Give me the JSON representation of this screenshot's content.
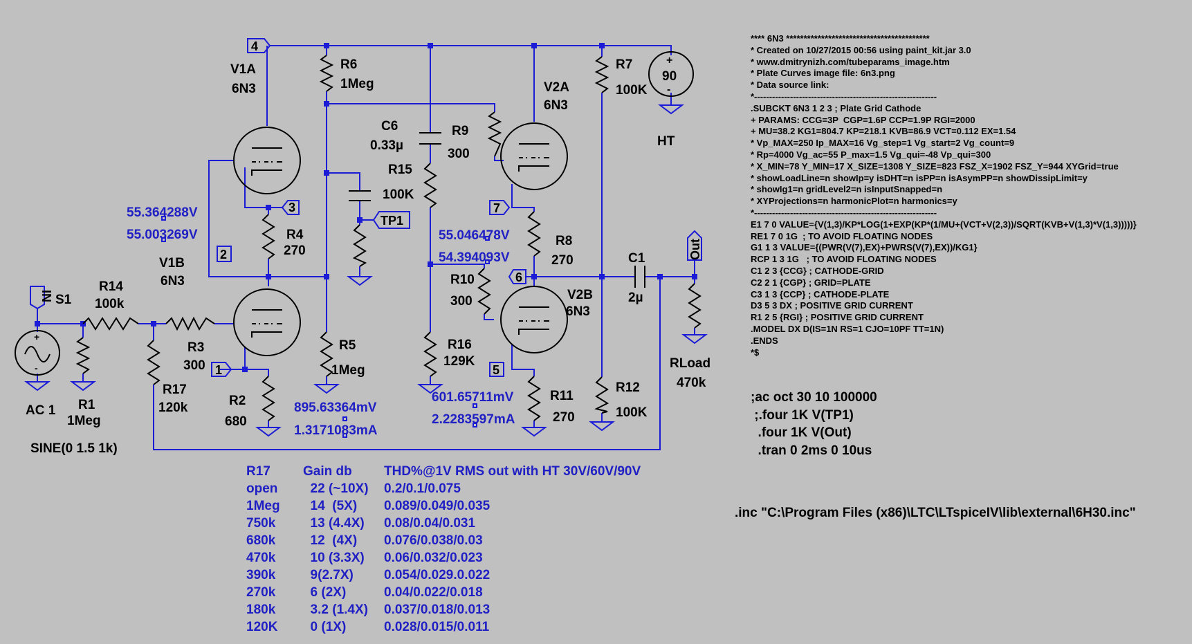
{
  "components": {
    "v1a": {
      "name": "V1A",
      "model": "6N3"
    },
    "v1b": {
      "name": "V1B",
      "model": "6N3"
    },
    "v2a": {
      "name": "V2A",
      "model": "6N3"
    },
    "v2b": {
      "name": "V2B",
      "model": "6N3"
    },
    "r6": {
      "name": "R6",
      "value": "1Meg"
    },
    "r7": {
      "name": "R7",
      "value": "100K"
    },
    "r9": {
      "name": "R9",
      "value": "300"
    },
    "r15": {
      "name": "R15",
      "value": "100K"
    },
    "r4": {
      "name": "R4",
      "value": "270"
    },
    "r8": {
      "name": "R8",
      "value": "270"
    },
    "r10": {
      "name": "R10",
      "value": "300"
    },
    "r14": {
      "name": "R14",
      "value": "100k"
    },
    "r3": {
      "name": "R3",
      "value": "300"
    },
    "r5": {
      "name": "R5",
      "value": "1Meg"
    },
    "r16": {
      "name": "R16",
      "value": "129K"
    },
    "r17": {
      "name": "R17",
      "value": "120k"
    },
    "r1": {
      "name": "R1",
      "value": "1Meg"
    },
    "r2": {
      "name": "R2",
      "value": "680"
    },
    "r11": {
      "name": "R11",
      "value": "270"
    },
    "r12": {
      "name": "R12",
      "value": "100K"
    },
    "rload": {
      "name": "RLoad",
      "value": "470k"
    },
    "c6": {
      "name": "C6",
      "value": "0.33µ"
    },
    "c1": {
      "name": "C1",
      "value": "2µ"
    },
    "ht": {
      "name": "HT",
      "value": "90"
    },
    "ac": {
      "name": "AC 1",
      "value": "SINE(0 1.5 1k)",
      "switch": "S1"
    }
  },
  "ports": {
    "n4": "4",
    "n3": "3",
    "n2": "2",
    "n1": "1",
    "n7": "7",
    "n6": "6",
    "n5": "5",
    "tp1": "TP1",
    "in": "IN",
    "out": "Out"
  },
  "probes": {
    "v1": "55.364288V",
    "v2": "55.003269V",
    "v3": "55.046478V",
    "v4": "54.394093V",
    "v5": "895.63364mV",
    "i1": "1.3171083mA",
    "v6": "601.65711mV",
    "i2": "2.2283597mA"
  },
  "spice_model": [
    "**** 6N3 *****************************************",
    "* Created on 10/27/2015 00:56 using paint_kit.jar 3.0",
    "* www.dmitrynizh.com/tubeparams_image.htm",
    "* Plate Curves image file: 6n3.png",
    "* Data source link:",
    "*-------------------------------------------------------------",
    ".SUBCKT 6N3 1 2 3 ; Plate Grid Cathode",
    "+ PARAMS: CCG=3P  CGP=1.6P CCP=1.9P RGI=2000",
    "+ MU=38.2 KG1=804.7 KP=218.1 KVB=86.9 VCT=0.112 EX=1.54",
    "* Vp_MAX=250 Ip_MAX=16 Vg_step=1 Vg_start=2 Vg_count=9",
    "* Rp=4000 Vg_ac=55 P_max=1.5 Vg_qui=-48 Vp_qui=300",
    "* X_MIN=78 Y_MIN=17 X_SIZE=1308 Y_SIZE=823 FSZ_X=1902 FSZ_Y=944 XYGrid=true",
    "* showLoadLine=n showIp=y isDHT=n isPP=n isAsymPP=n showDissipLimit=y",
    "* showIg1=n gridLevel2=n isInputSnapped=n",
    "* XYProjections=n harmonicPlot=n harmonics=y",
    "*-------------------------------------------------------------",
    "E1 7 0 VALUE={V(1,3)/KP*LOG(1+EXP(KP*(1/MU+(VCT+V(2,3))/SQRT(KVB+V(1,3)*V(1,3)))))}",
    "RE1 7 0 1G  ; TO AVOID FLOATING NODES",
    "G1 1 3 VALUE={(PWR(V(7),EX)+PWRS(V(7),EX))/KG1}",
    "RCP 1 3 1G   ; TO AVOID FLOATING NODES",
    "C1 2 3 {CCG} ; CATHODE-GRID",
    "C2 2 1 {CGP} ; GRID=PLATE",
    "C3 1 3 {CCP} ; CATHODE-PLATE",
    "D3 5 3 DX ; POSITIVE GRID CURRENT",
    "R1 2 5 {RGI} ; POSITIVE GRID CURRENT",
    ".MODEL DX D(IS=1N RS=1 CJO=10PF TT=1N)",
    ".ENDS",
    "*$"
  ],
  "directives": [
    ";ac oct 30 10 100000",
    " ;.four 1K V(TP1)",
    "  .four 1K V(Out)",
    "  .tran 0 2ms 0 10us"
  ],
  "include": ".inc \"C:\\Program Files (x86)\\LTC\\LTspiceIV\\lib\\external\\6H30.inc\"",
  "gain_table": {
    "headers": [
      "R17",
      "Gain db",
      "THD%@1V RMS out with HT 30V/60V/90V"
    ],
    "rows": [
      [
        "open",
        "  22 (~10X)",
        "0.2/0.1/0.075"
      ],
      [
        "1Meg",
        "  14  (5X)",
        "0.089/0.049/0.035"
      ],
      [
        "750k",
        "  13 (4.4X)",
        "0.08/0.04/0.031"
      ],
      [
        "680k",
        "  12  (4X)",
        "0.076/0.038/0.03"
      ],
      [
        "470k",
        "  10 (3.3X)",
        "0.06/0.032/0.023"
      ],
      [
        "390k",
        "  9(2.7X)",
        "0.054/0.029.0.022"
      ],
      [
        "270k",
        "  6 (2X)",
        "0.04/0.022/0.018"
      ],
      [
        "180k",
        "  3.2 (1.4X)",
        "0.037/0.018/0.013"
      ],
      [
        "120K",
        "  0 (1X)",
        "0.028/0.015/0.011"
      ]
    ]
  }
}
